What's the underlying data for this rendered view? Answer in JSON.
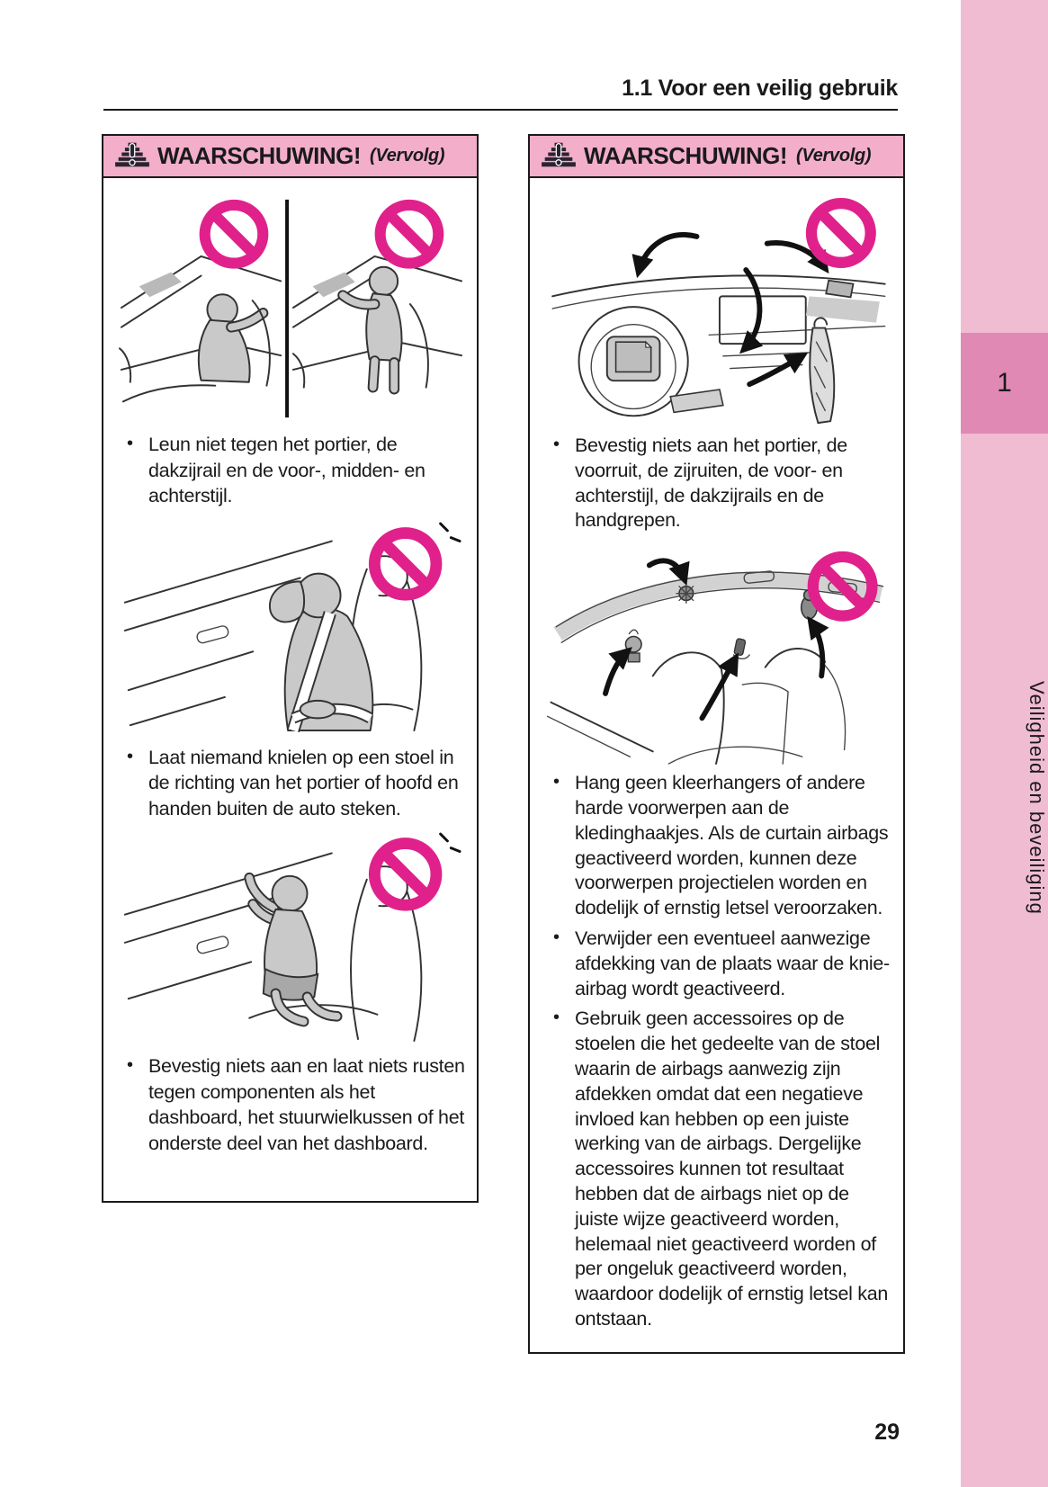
{
  "page": {
    "header_title": "1.1  Voor een veilig gebruik",
    "page_number": "29",
    "sidebar": {
      "chapter_number": "1",
      "chapter_title": "Veiligheid en beveiliging"
    },
    "colors": {
      "warning_header_pink": "#F3AECA",
      "sidebar_pink": "#F0BCD2",
      "chapter_tab_pink": "#E089B4",
      "prohibition_sign_pink": "#E0218C"
    }
  },
  "warning_left": {
    "warning_icon": "warning-triangle-icon",
    "title": "WAARSCHUWING!",
    "continued": "(Vervolg)",
    "illustrations": [
      "children-leaning-out-of-door-prohibited",
      "passenger-leaning-against-door-prohibited",
      "child-kneeling-on-seat-prohibited"
    ],
    "bullets": [
      "Leun niet tegen het portier, de dakzijrail en de voor-, midden- en achterstijl.",
      "Laat niemand knielen op een stoel in de richting van het portier of hoofd en handen buiten de auto steken.",
      "Bevestig niets aan en laat niets rusten tegen componenten als het dashboard, het stuurwielkussen of het onderste deel van het dashboard."
    ]
  },
  "warning_right": {
    "warning_icon": "warning-triangle-icon",
    "title": "WAARSCHUWING!",
    "continued": "(Vervolg)",
    "illustrations": [
      "attachments-on-dashboard-prohibited",
      "hangers-on-roof-hooks-prohibited"
    ],
    "bullets": [
      "Bevestig niets aan het portier, de voorruit, de zijruiten, de voor- en achterstijl, de dakzijrails en de handgrepen.",
      "Hang geen kleerhangers of andere harde voorwerpen aan de kledinghaakjes. Als de curtain airbags geactiveerd worden, kunnen deze voorwerpen projectielen worden en dodelijk of ernstig letsel veroorzaken.",
      "Verwijder een eventueel aanwezige afdekking van de plaats waar de knie-airbag wordt geactiveerd.",
      "Gebruik geen accessoires op de stoelen die het gedeelte van de stoel waarin de airbags aanwezig zijn afdekken omdat dat een negatieve invloed kan hebben op een juiste werking van de airbags. Dergelijke accessoires kunnen tot resultaat hebben dat de airbags niet op de juiste wijze geactiveerd worden, helemaal niet geactiveerd worden of per ongeluk geactiveerd worden, waardoor dodelijk of ernstig letsel kan ontstaan."
    ]
  }
}
